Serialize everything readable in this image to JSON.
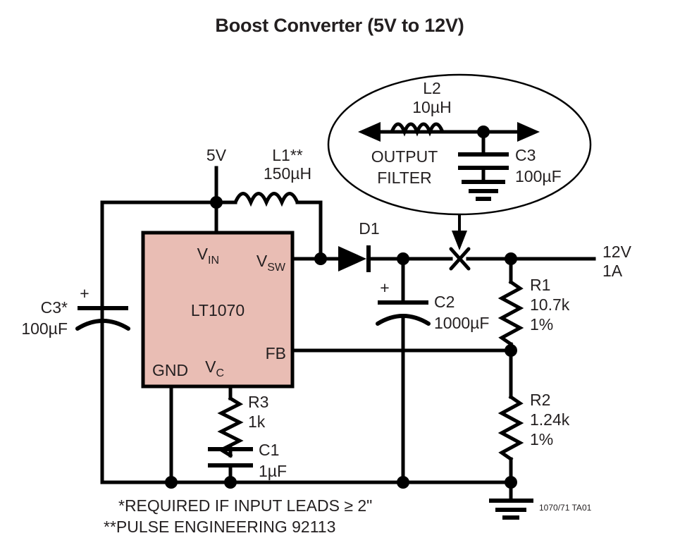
{
  "title": "Boost Converter (5V to 12V)",
  "ic": {
    "part": "LT1070",
    "fill_color": "#e9bdb4",
    "pins": {
      "vin": {
        "base": "V",
        "sub": "IN"
      },
      "vsw": {
        "base": "V",
        "sub": "SW"
      },
      "gnd": {
        "base": "GND",
        "sub": ""
      },
      "vc": {
        "base": "V",
        "sub": "C"
      },
      "fb": {
        "base": "FB",
        "sub": ""
      }
    }
  },
  "supply": {
    "input_label": "5V",
    "output_voltage": "12V",
    "output_current": "1A"
  },
  "components": {
    "l1": {
      "ref": "L1**",
      "value": "150µH"
    },
    "d1": {
      "ref": "D1",
      "value": ""
    },
    "c1": {
      "ref": "C1",
      "value": "1µF"
    },
    "c2": {
      "ref": "C2",
      "value": "1000µF",
      "polarity": "+"
    },
    "c3_input": {
      "ref": "C3*",
      "value": "100µF",
      "polarity": "+"
    },
    "r1": {
      "ref": "R1",
      "value": "10.7k",
      "tolerance": "1%"
    },
    "r2": {
      "ref": "R2",
      "value": "1.24k",
      "tolerance": "1%"
    },
    "r3": {
      "ref": "R3",
      "value": "1k"
    }
  },
  "output_filter": {
    "caption_line1": "OUTPUT",
    "caption_line2": "FILTER",
    "l2": {
      "ref": "L2",
      "value": "10µH"
    },
    "c3": {
      "ref": "C3",
      "value": "100µF"
    }
  },
  "footnotes": [
    "*REQUIRED IF INPUT LEADS ≥ 2\"",
    "**PULSE ENGINEERING 92113"
  ],
  "doc_code": "1070/71 TA01"
}
